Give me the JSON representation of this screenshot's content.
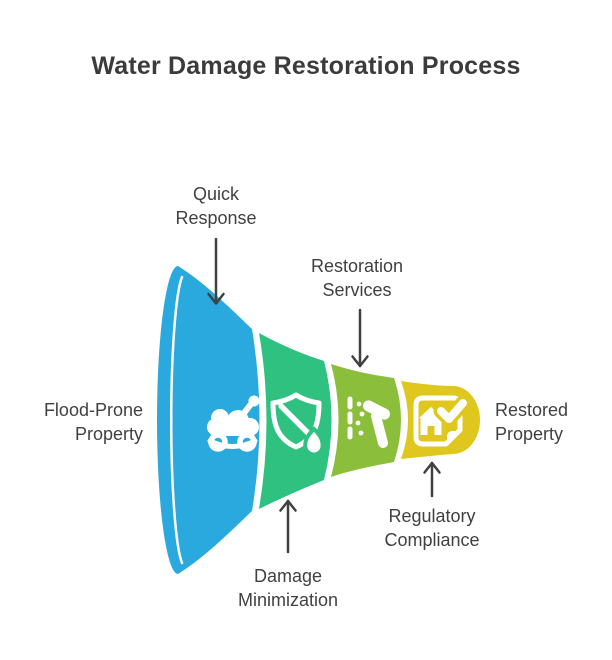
{
  "title": "Water Damage Restoration Process",
  "funnel": {
    "input_label": "Flood-Prone Property",
    "output_label": "Restored Property",
    "stages": [
      {
        "label": "Quick Response",
        "color": "#29A9DE",
        "icon": "water-extraction-machine-icon",
        "label_position": "top"
      },
      {
        "label": "Damage Minimization",
        "color": "#2EC180",
        "icon": "shield-no-water-icon",
        "label_position": "bottom"
      },
      {
        "label": "Restoration Services",
        "color": "#8BBE3B",
        "icon": "repair-spray-hammer-icon",
        "label_position": "top"
      },
      {
        "label": "Regulatory Compliance",
        "color": "#DFC71E",
        "icon": "certificate-house-check-icon",
        "label_position": "bottom"
      }
    ]
  },
  "style": {
    "arrow_color": "#414141",
    "text_color": "#414141",
    "title_color": "#3b3b3b",
    "icon_color": "#ffffff",
    "background": "#ffffff"
  }
}
